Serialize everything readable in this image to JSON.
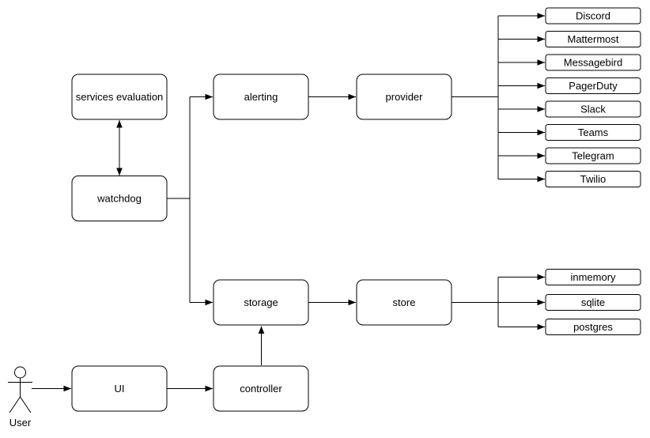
{
  "diagram": {
    "background_color": "#ffffff",
    "stroke_color": "#000000",
    "text_color": "#000000",
    "nodes": {
      "services_evaluation": "services evaluation",
      "watchdog": "watchdog",
      "alerting": "alerting",
      "provider": "provider",
      "storage": "storage",
      "store": "store",
      "ui": "UI",
      "controller": "controller"
    },
    "providers": [
      "Discord",
      "Mattermost",
      "Messagebird",
      "PagerDuty",
      "Slack",
      "Teams",
      "Telegram",
      "Twilio"
    ],
    "stores": [
      "inmemory",
      "sqlite",
      "postgres"
    ],
    "actor": {
      "label": "User"
    }
  }
}
